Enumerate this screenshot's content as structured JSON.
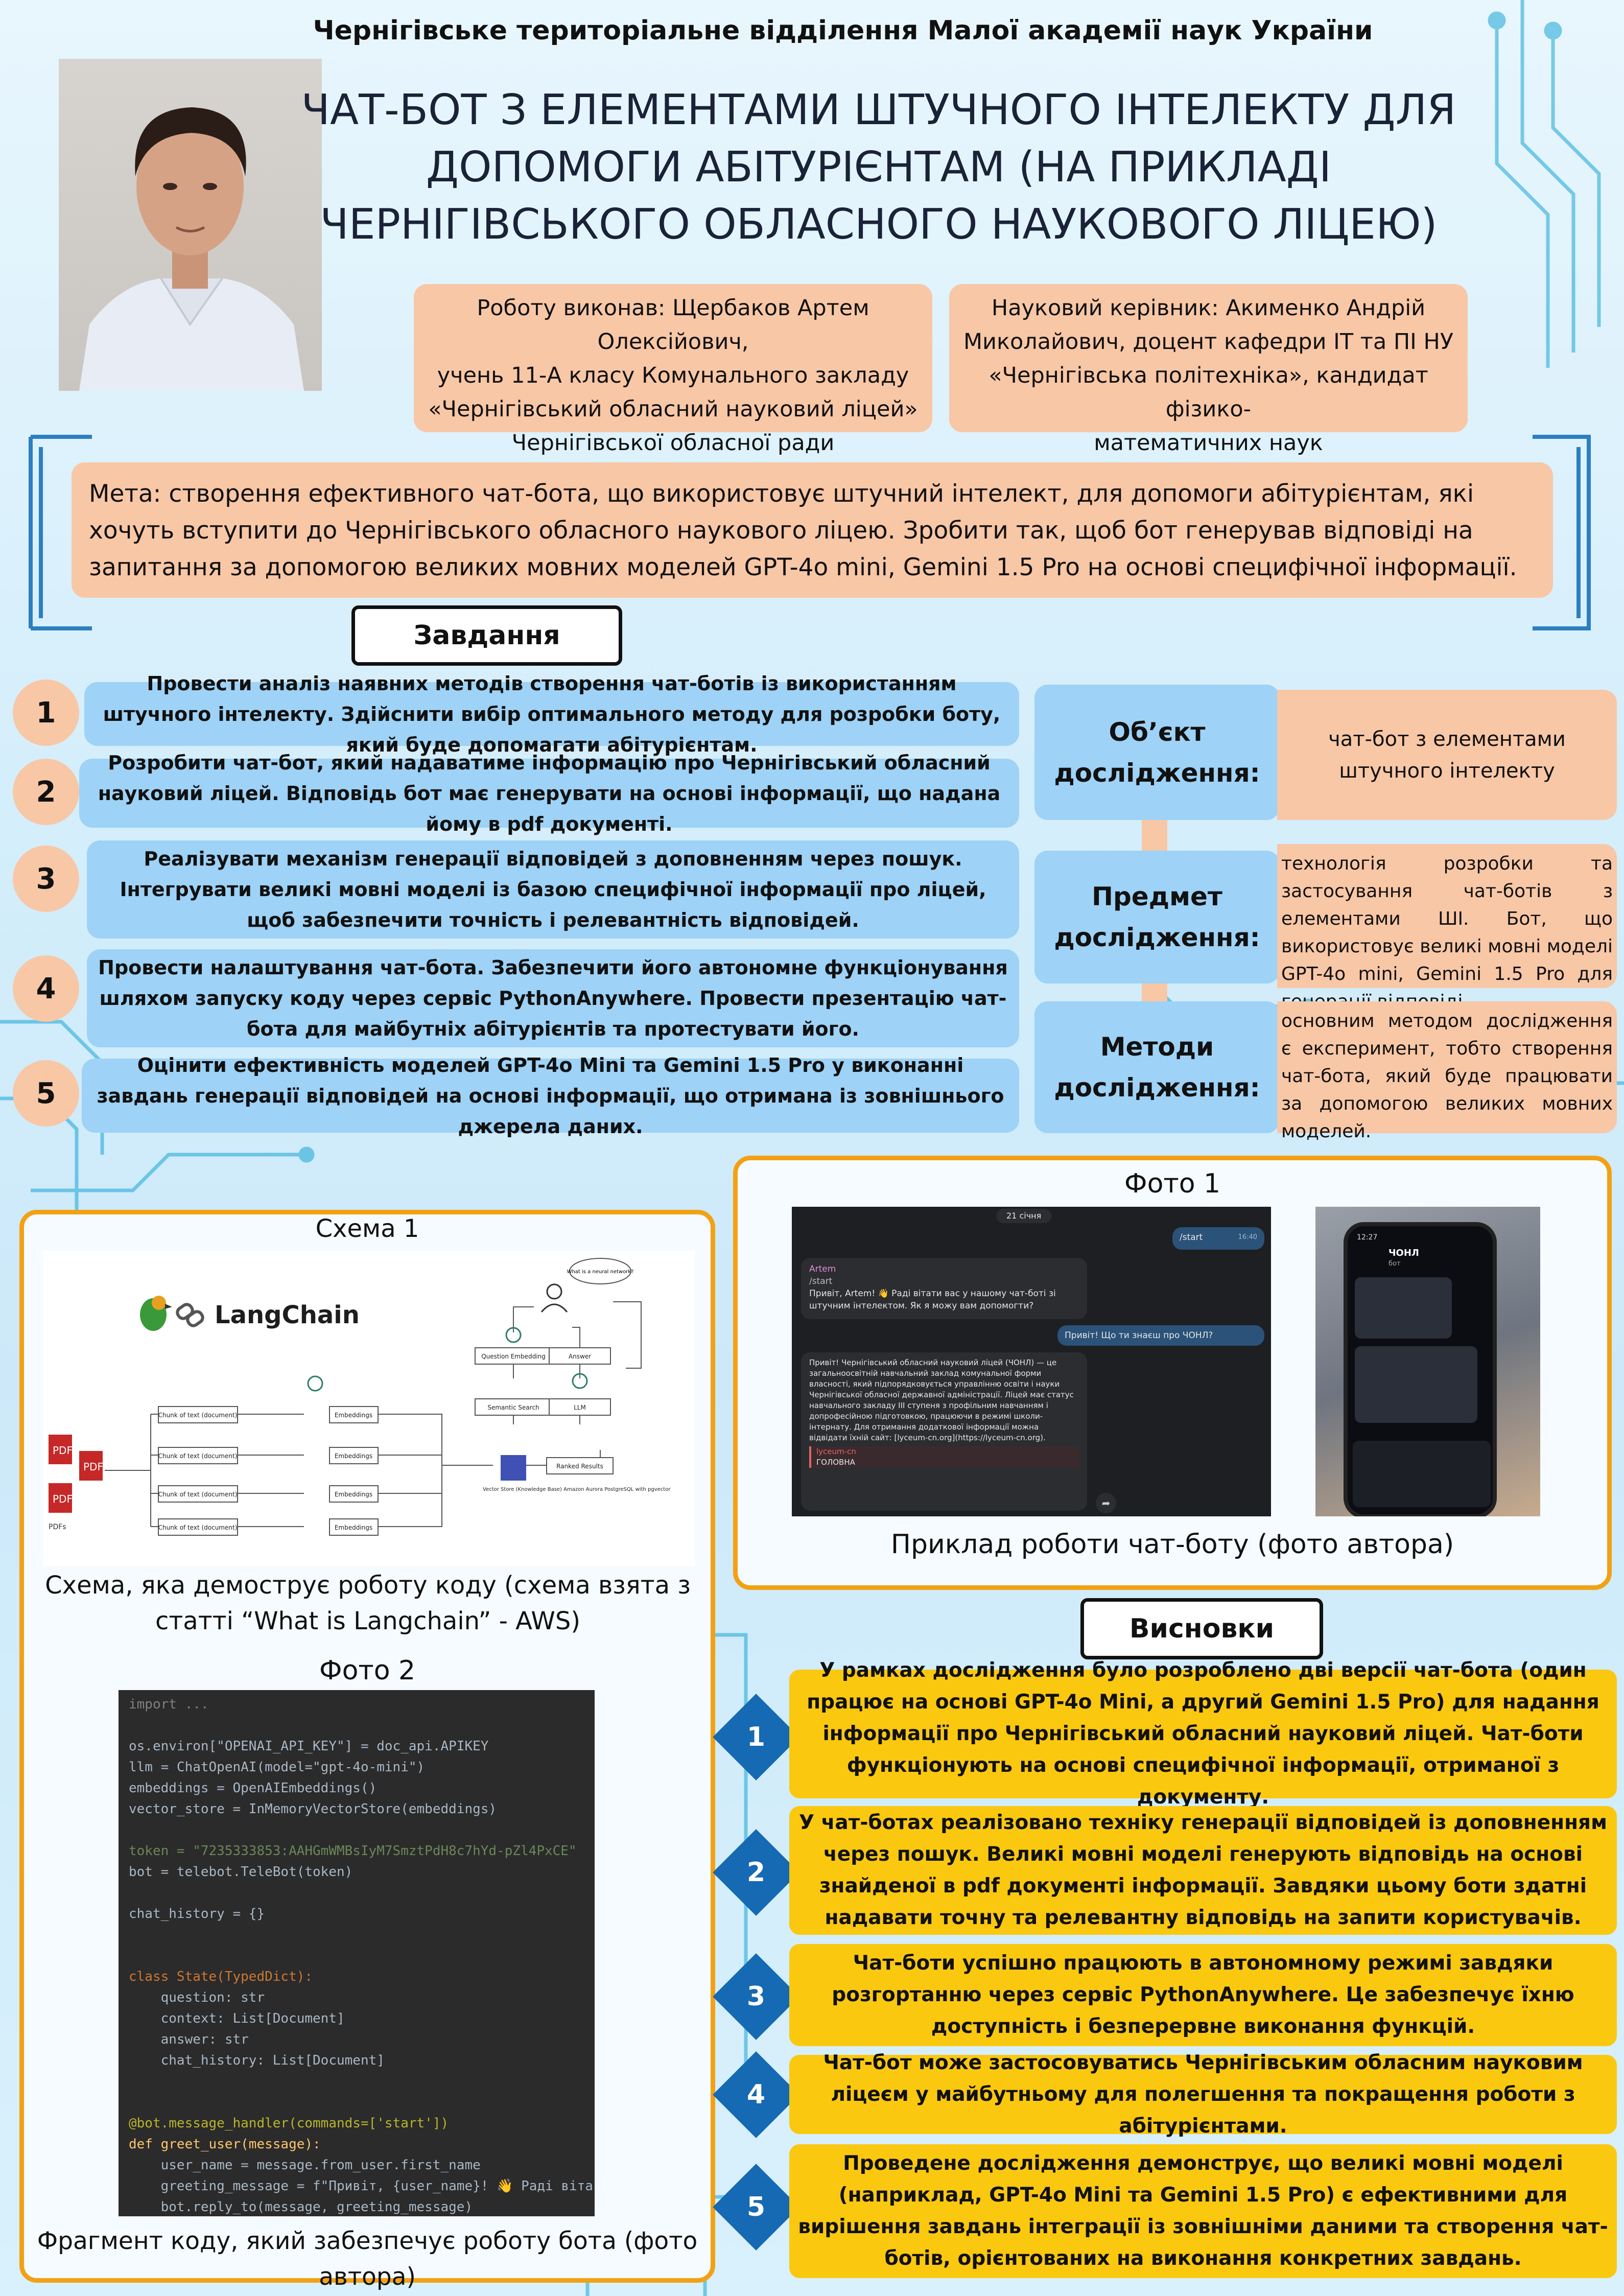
{
  "organization": "Чернігівське територіальне відділення Малої академії наук України",
  "title_lines": [
    "ЧАТ-БОТ З ЕЛЕМЕНТАМИ ШТУЧНОГО ІНТЕЛЕКТУ ДЛЯ",
    "ДОПОМОГИ АБІТУРІЄНТАМ (НА ПРИКЛАДІ",
    "ЧЕРНІГІВСЬКОГО ОБЛАСНОГО НАУКОВОГО ЛІЦЕЮ)"
  ],
  "author": {
    "lines": [
      "Роботу виконав: Щербаков Артем Олексійович,",
      "учень 11-А класу Комунального закладу",
      "«Чернігівський обласний науковий ліцей»",
      "Чернігівської обласної ради"
    ]
  },
  "supervisor": {
    "lines": [
      "Науковий керівник: Акименко Андрій",
      "Миколайович, доцент кафедри ІТ та ПІ НУ",
      "«Чернігівська політехніка», кандидат фізико-",
      "математичних наук"
    ]
  },
  "goal": "Мета:  створення ефективного чат-бота, що використовує штучний інтелект, для допомоги абітурієнтам, які хочуть вступити до Чернігівського обласного наукового ліцею. Зробити так, щоб бот генерував відповіді на запитання за допомогою великих мовних моделей GPT-4o mini, Gemini 1.5 Pro на основі специфічної інформації.",
  "tasks_header": "Завдання",
  "tasks": [
    {
      "num": "1",
      "text": "Провести аналіз наявних методів створення чат-ботів із використанням штучного інтелекту. Здійснити вибір оптимального методу для розробки боту, який буде допомагати абітурієнтам."
    },
    {
      "num": "2",
      "text": "Розробити чат-бот, який надаватиме інформацію про Чернігівський обласний науковий ліцей. Відповідь бот має генерувати на основі інформації, що надана йому в pdf документі."
    },
    {
      "num": "3",
      "text": "Реалізувати механізм генерації відповідей з доповненням через пошук. Інтегрувати великі мовні моделі із базою специфічної інформації про ліцей, щоб забезпечити точність і релевантність відповідей."
    },
    {
      "num": "4",
      "text": "Провести налаштування чат-бота. Забезпечити його автономне функціонування шляхом запуску коду через сервіс PythonAnywhere. Провести презентацію чат-бота для майбутніх абітурієнтів та протестувати його."
    },
    {
      "num": "5",
      "text": "Оцінити ефективність моделей GPT-4o Mini та Gemini 1.5 Pro у виконанні завдань генерації відповідей на основі  інформації, що отримана із зовнішнього джерела даних."
    }
  ],
  "research": [
    {
      "label": "Об’єкт дослідження:",
      "text": "чат-бот з елементами штучного інтелекту"
    },
    {
      "label": "Предмет дослідження:",
      "text": "технологія розробки та застосування чат-ботів з елементами ШІ. Бот, що використовує великі мовні моделі GPT-4o mini, Gemini 1.5 Pro для генерації відповіді."
    },
    {
      "label": "Методи дослідження:",
      "text": "основним методом дослідження є експеримент, тобто створення чат-бота, який буде працювати за допомогою великих мовних моделей."
    }
  ],
  "scheme": {
    "title": "Схема 1",
    "caption": "Схема, яка демострує роботу коду (схема взята з статті “What is Langchain” - AWS)",
    "logo": "LangChain",
    "pdfs_label": "PDFs",
    "chunk_label": "Chunk of text (document)",
    "embeddings_label": "Embeddings",
    "question_embedding": "Question Embedding",
    "semantic_search": "Semantic Search",
    "vector_store": "Vector Store (Knowledge Base) Amazon Aurora PostgreSQL with pgvector",
    "llm": "LLM",
    "answer": "Answer",
    "ranked_results": "Ranked Results",
    "question": "What is a neural network?"
  },
  "photo1": {
    "title": "Фото 1",
    "caption": "Приклад роботи чат-боту (фото автора)",
    "date": "21 січня",
    "msg_start": "/start",
    "time1": "16:40",
    "bot_name": "Artem",
    "bot_cmd": "/start",
    "bot_greeting": "Привіт, Artem! 👋 Раді вітати вас у нашому чат-боті зі штучним інтелектом. Як я можу вам допомогти?",
    "user_question": "Привіт! Що ти знаєш про ЧОНЛ?",
    "bot_answer": "Привіт! Чернігівський обласний науковий ліцей (ЧОНЛ) — це загальноосвітній навчальний заклад комунальної форми власності, який підпорядковується управлінню освіти і науки Чернігівської обласної державної адміністрації. Ліцей має статус навчального закладу III ступеня з профільним навчанням і допрофесійною підготовкою, працюючи в режимі школи-інтернату. Для отримання додаткової інформації можна відвідати їхній сайт: [lyceum-cn.org](https://lyceum-cn.org).",
    "link_title": "lyceum-cn",
    "link_sub": "ГОЛОВНА",
    "phone_title": "ЧОНЛ",
    "phone_sub": "бот",
    "phone_time": "12:27"
  },
  "photo2": {
    "title": "Фото 2",
    "caption": "Фрагмент коду, який забезпечує роботу бота (фото автора)",
    "code": [
      "import ...",
      "",
      "os.environ[\"OPENAI_API_KEY\"] = doc_api.APIKEY",
      "llm = ChatOpenAI(model=\"gpt-4o-mini\")",
      "embeddings = OpenAIEmbeddings()",
      "vector_store = InMemoryVectorStore(embeddings)",
      "",
      "token = \"7235333853:AAHGmWMBsIyM7SmztPdH8c7hYd-pZl4PxCE\"",
      "bot = telebot.TeleBot(token)",
      "",
      "chat_history = {}",
      "",
      "",
      "class State(TypedDict):",
      "    question: str",
      "    context: List[Document]",
      "    answer: str",
      "    chat_history: List[Document]",
      "",
      "",
      "@bot.message_handler(commands=['start'])",
      "def greet_user(message):",
      "    user_name = message.from_user.first_name",
      "    greeting_message = f\"Привіт, {user_name}! 👋 Раді вітати",
      "    bot.reply_to(message, greeting_message)"
    ]
  },
  "conclusions_header": "Висновки",
  "conclusions": [
    {
      "num": "1",
      "text": "У рамках дослідження було розроблено дві версії чат-бота (один працює на основі GPT-4o Mini, а другий Gemini 1.5 Pro) для надання інформації про Чернігівський обласний науковий ліцей. Чат-боти функціонують на основі специфічної інформації, отриманої з документу."
    },
    {
      "num": "2",
      "text": "У чат-ботах реалізовано техніку генерації відповідей із доповненням через пошук. Великі мовні моделі генерують відповідь на основі знайденої в pdf документі інформації. Завдяки цьому боти здатні надавати точну та релевантну відповідь на запити користувачів."
    },
    {
      "num": "3",
      "text": "Чат-боти успішно працюють в автономному режимі завдяки розгортанню через сервіс PythonAnywhere. Це забезпечує їхню доступність і безперервне виконання функцій."
    },
    {
      "num": "4",
      "text": "Чат-бот може застосовуватись Чернігівським обласним науковим ліцеєм у майбутньому для полегшення та покращення роботи з абітурієнтами."
    },
    {
      "num": "5",
      "text": "Проведене дослідження демонструє, що великі мовні моделі (наприклад, GPT-4o Mini та Gemini 1.5 Pro) є ефективними для вирішення завдань інтеграції із зовнішніми даними та створення чат-ботів, орієнтованих на виконання конкретних завдань."
    }
  ],
  "colors": {
    "peach": "#f8c7a6",
    "blue": "#9ed2f6",
    "yellow": "#fbc810",
    "orange_frame": "#f2a114",
    "diamond": "#1669b3",
    "circuit": "#1aa6d6"
  }
}
